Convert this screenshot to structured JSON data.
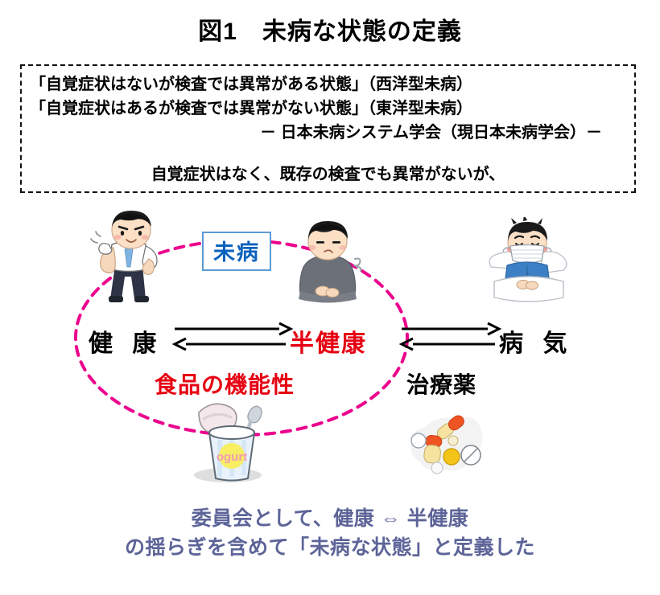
{
  "title": "図1　未病な状態の定義",
  "definition_box": {
    "line1": "「自覚症状はないが検査では異常がある状態」（西洋型未病）",
    "line2": "「自覚症状はあるが検査では異常がない状態」（東洋型未病）",
    "line3": "－ 日本未病システム学会（現日本未病学会）－",
    "line4": "自覚症状はなく、既存の検査でも異常がないが、"
  },
  "diagram": {
    "mibyou_label": "未病",
    "states": {
      "healthy": "健 康",
      "semi_healthy": "半健康",
      "sick": "病 気"
    },
    "interventions": {
      "food_functionality": "食品の機能性",
      "medicine": "治療薬"
    },
    "illustrations": {
      "healthy_man": "healthy-man-illustration",
      "tired_man": "tired-man-illustration",
      "sick_man_in_bed": "sick-man-in-bed-illustration",
      "yogurt": "yogurt-cup-illustration",
      "pills": "pills-illustration"
    },
    "yogurt_label": "ogurt",
    "arrows": {
      "healthy_to_semi": "arrow-right",
      "semi_to_healthy": "arrow-left",
      "semi_to_sick": "arrow-right",
      "sick_to_semi": "arrow-left"
    }
  },
  "caption": {
    "line1": "委員会として、健康 ⇔ 半健康",
    "line2": "の揺らぎを含めて「未病な状態」と定義した"
  },
  "colors": {
    "ellipse": "#ec008c",
    "red_text": "#e60012",
    "blue_text": "#0a62bd",
    "blue_border": "#5b9bd5",
    "caption_text": "#5d6498",
    "black_text": "#000000"
  }
}
